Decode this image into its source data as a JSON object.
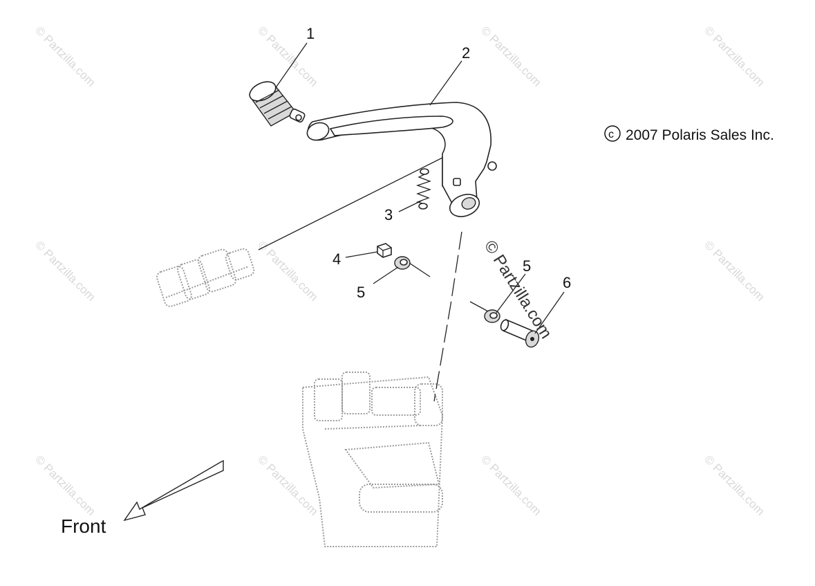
{
  "copyright": "2007 Polaris Sales Inc.",
  "copyright_symbol": "c",
  "watermark": "© Partzilla.com",
  "watermark_center": "© Partzilla.com",
  "front_label": "Front",
  "callouts": {
    "c1": "1",
    "c2": "2",
    "c3": "3",
    "c4": "4",
    "c5a": "5",
    "c5b": "5",
    "c6": "6"
  }
}
